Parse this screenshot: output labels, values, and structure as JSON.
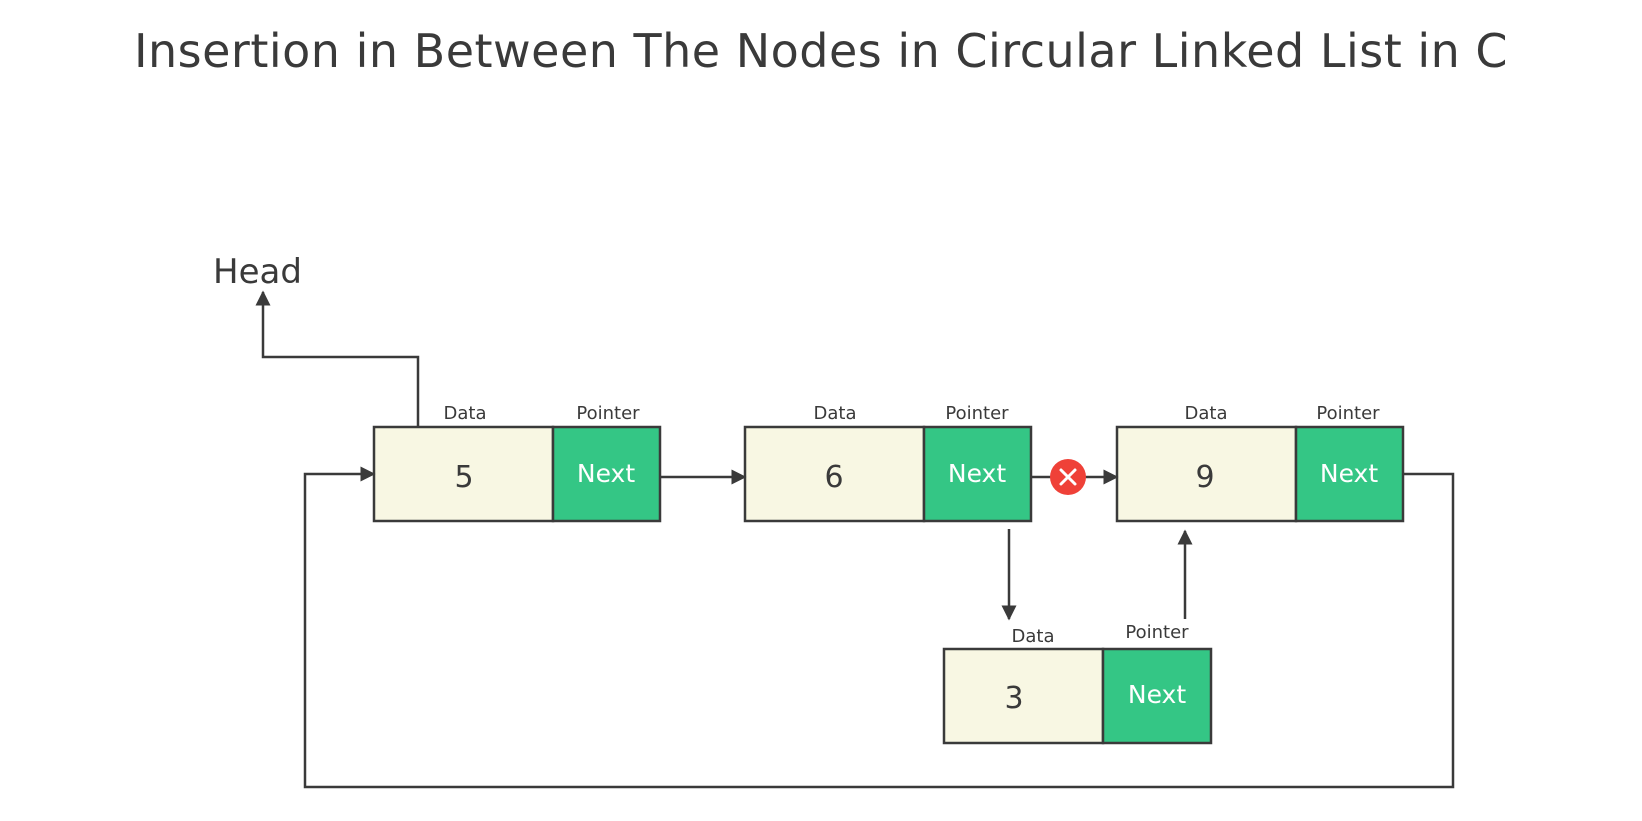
{
  "title": "Insertion in Between The Nodes in Circular Linked List in C",
  "head_label": "Head",
  "nodes": [
    {
      "value": "5",
      "data_label": "Data",
      "pointer_label": "Pointer",
      "next_label": "Next"
    },
    {
      "value": "6",
      "data_label": "Data",
      "pointer_label": "Pointer",
      "next_label": "Next"
    },
    {
      "value": "9",
      "data_label": "Data",
      "pointer_label": "Pointer",
      "next_label": "Next"
    },
    {
      "value": "3",
      "data_label": "Data",
      "pointer_label": "Pointer",
      "next_label": "Next"
    }
  ],
  "colors": {
    "data_fill": "#f8f7e3",
    "pointer_fill": "#34c685",
    "line": "#3a3a3a",
    "removed_marker": "#ef4138"
  },
  "removed_link_icon": "x-mark-icon"
}
